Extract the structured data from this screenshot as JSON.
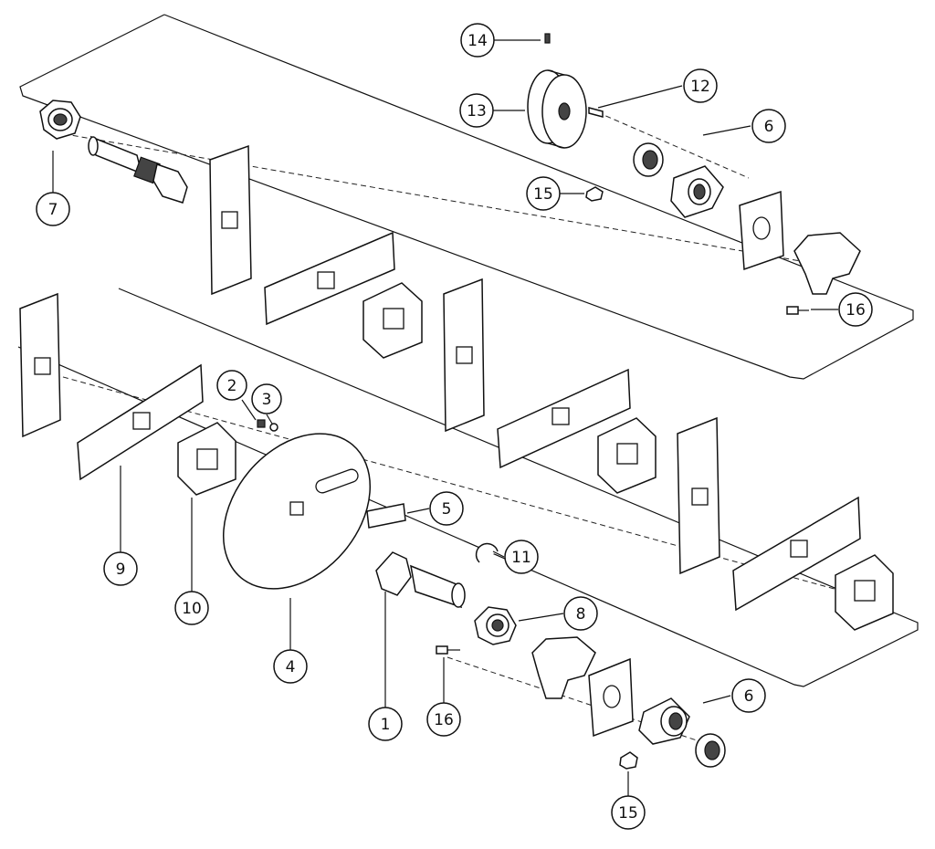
{
  "diagram": {
    "callouts": [
      {
        "id": "c14",
        "label": "14"
      },
      {
        "id": "c13",
        "label": "13"
      },
      {
        "id": "c12",
        "label": "12"
      },
      {
        "id": "c6a",
        "label": "6"
      },
      {
        "id": "c15a",
        "label": "15"
      },
      {
        "id": "c16a",
        "label": "16"
      },
      {
        "id": "c7",
        "label": "7"
      },
      {
        "id": "c2",
        "label": "2"
      },
      {
        "id": "c3",
        "label": "3"
      },
      {
        "id": "c5",
        "label": "5"
      },
      {
        "id": "c11",
        "label": "11"
      },
      {
        "id": "c8",
        "label": "8"
      },
      {
        "id": "c9",
        "label": "9"
      },
      {
        "id": "c10",
        "label": "10"
      },
      {
        "id": "c4",
        "label": "4"
      },
      {
        "id": "c1",
        "label": "1"
      },
      {
        "id": "c16b",
        "label": "16"
      },
      {
        "id": "c6b",
        "label": "6"
      },
      {
        "id": "c15b",
        "label": "15"
      }
    ],
    "colors": {
      "ink": "#111111",
      "paper": "#ffffff",
      "shade": "#444444"
    }
  }
}
